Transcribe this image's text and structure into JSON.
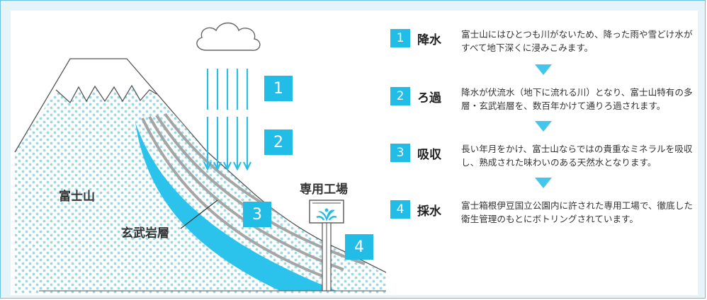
{
  "labels": {
    "mountain": "富士山",
    "basalt": "玄武岩層",
    "factory": "専用工場"
  },
  "diagram_numbers": [
    "1",
    "2",
    "3",
    "4"
  ],
  "steps": [
    {
      "num": "1",
      "title": "降水",
      "desc": "富士山にはひとつも川がないため、降った雨や雪どけ水がすべて地下深くに浸みこみます。"
    },
    {
      "num": "2",
      "title": "ろ過",
      "desc": "降水が伏流水（地下に流れる川）となり、富士山特有の多層・玄武岩層を、数百年かけて通りろ過されます。"
    },
    {
      "num": "3",
      "title": "吸収",
      "desc": "長い年月をかけ、富士山ならではの貴重なミネラルを吸収し、熟成された味わいのある天然水となります。"
    },
    {
      "num": "4",
      "title": "採水",
      "desc": "富士箱根伊豆国立公園内に許された専用工場で、徹底した衛生管理のもとにボトリングされています。"
    }
  ],
  "colors": {
    "accent": "#22bde6",
    "frame_border": "#6ec1de",
    "frame_bg": "#e6f4fa",
    "dots": "#9fd6df",
    "layers": "#a5a5a5"
  }
}
